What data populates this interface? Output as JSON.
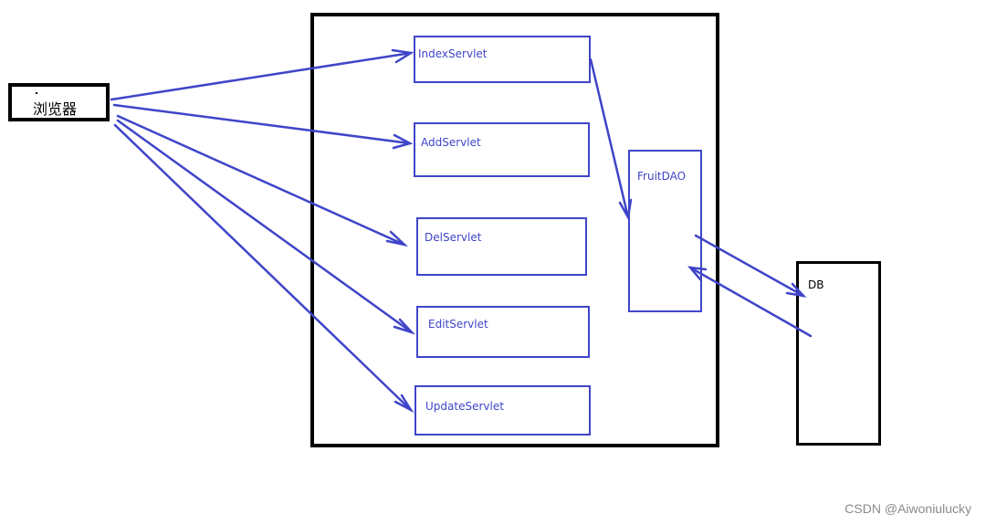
{
  "browser": {
    "label": "浏览器"
  },
  "container": {},
  "servlets": [
    {
      "label": "IndexServlet"
    },
    {
      "label": "AddServlet"
    },
    {
      "label": "DelServlet"
    },
    {
      "label": "EditServlet"
    },
    {
      "label": "UpdateServlet"
    }
  ],
  "dao": {
    "label": "FruitDAO"
  },
  "db": {
    "label": "DB"
  },
  "colors": {
    "arrow": "#3f45c8",
    "border": "#000000"
  },
  "watermark": "CSDN @Aiwoniulucky"
}
